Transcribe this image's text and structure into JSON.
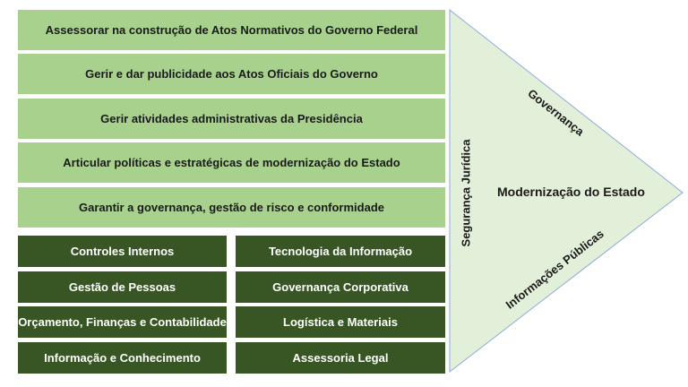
{
  "objectives": [
    "Assessorar na construção de Atos Normativos do Governo Federal",
    "Gerir e dar publicidade aos Atos Oficiais do Governo",
    "Gerir atividades administrativas da Presidência",
    "Articular políticas e estratégicas de modernização do Estado",
    "Garantir a governança, gestão de risco e conformidade"
  ],
  "support_left": [
    "Controles Internos",
    "Gestão de Pessoas",
    "Orçamento, Finanças e Contabilidade",
    "Informação e Conhecimento"
  ],
  "support_right": [
    "Tecnologia da Informação",
    "Governança Corporativa",
    "Logística e Materiais",
    "Assessoria Legal"
  ],
  "triangle": {
    "center": "Modernização do Estado",
    "top": "Governança",
    "bottom": "Informações Públicas",
    "left": "Segurança Jurídica"
  },
  "colors": {
    "light": "#a9d18e",
    "dark": "#375623",
    "triangle": "#e2efd9"
  }
}
